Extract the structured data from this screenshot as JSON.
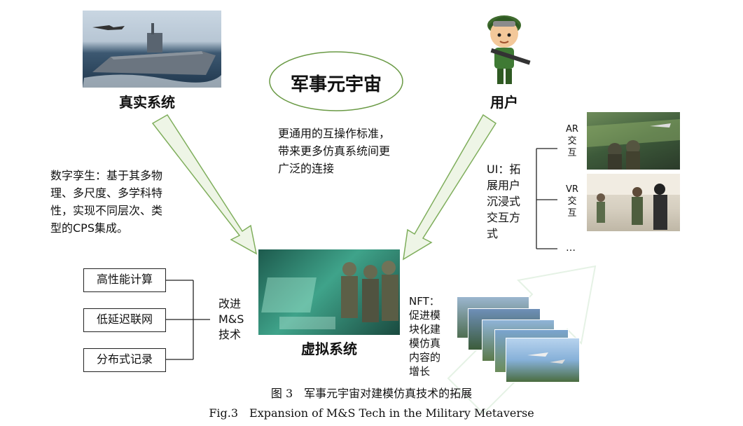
{
  "title_ellipse": "军事元宇宙",
  "real_system": {
    "label": "真实系统"
  },
  "user": {
    "label": "用户"
  },
  "virtual_system": {
    "label": "虚拟系统"
  },
  "interop_text": [
    "更通用的互操作标准，",
    "带来更多仿真系统间更",
    "广泛的连接"
  ],
  "digital_twin_text": [
    "数字孪生：基于其多物",
    "理、多尺度、多学科特",
    "性，实现不同层次、类",
    "型的CPS集成。"
  ],
  "ui_text": [
    "UI：拓",
    "展用户",
    "沉浸式",
    "交互方",
    "式"
  ],
  "ar_label": [
    "AR",
    "交",
    "互"
  ],
  "vr_label": [
    "VR",
    "交",
    "互"
  ],
  "ellipsis": "…",
  "tech_boxes": [
    "高性能计算",
    "低延迟联网",
    "分布式记录"
  ],
  "improve_text": [
    "改进",
    "M&S",
    "技术"
  ],
  "nft_text": [
    "NFT：",
    "促进模",
    "块化建",
    "模仿真",
    "内容的",
    "增长"
  ],
  "caption_cn": "图 3　军事元宇宙对建模仿真技术的拓展",
  "caption_en": "Fig.3　Expansion of M&S Tech in the Military Metaverse",
  "colors": {
    "arrow_fill": "#eef5e6",
    "arrow_stroke": "#7fae5c",
    "accent_green": "#2f6b3a"
  }
}
